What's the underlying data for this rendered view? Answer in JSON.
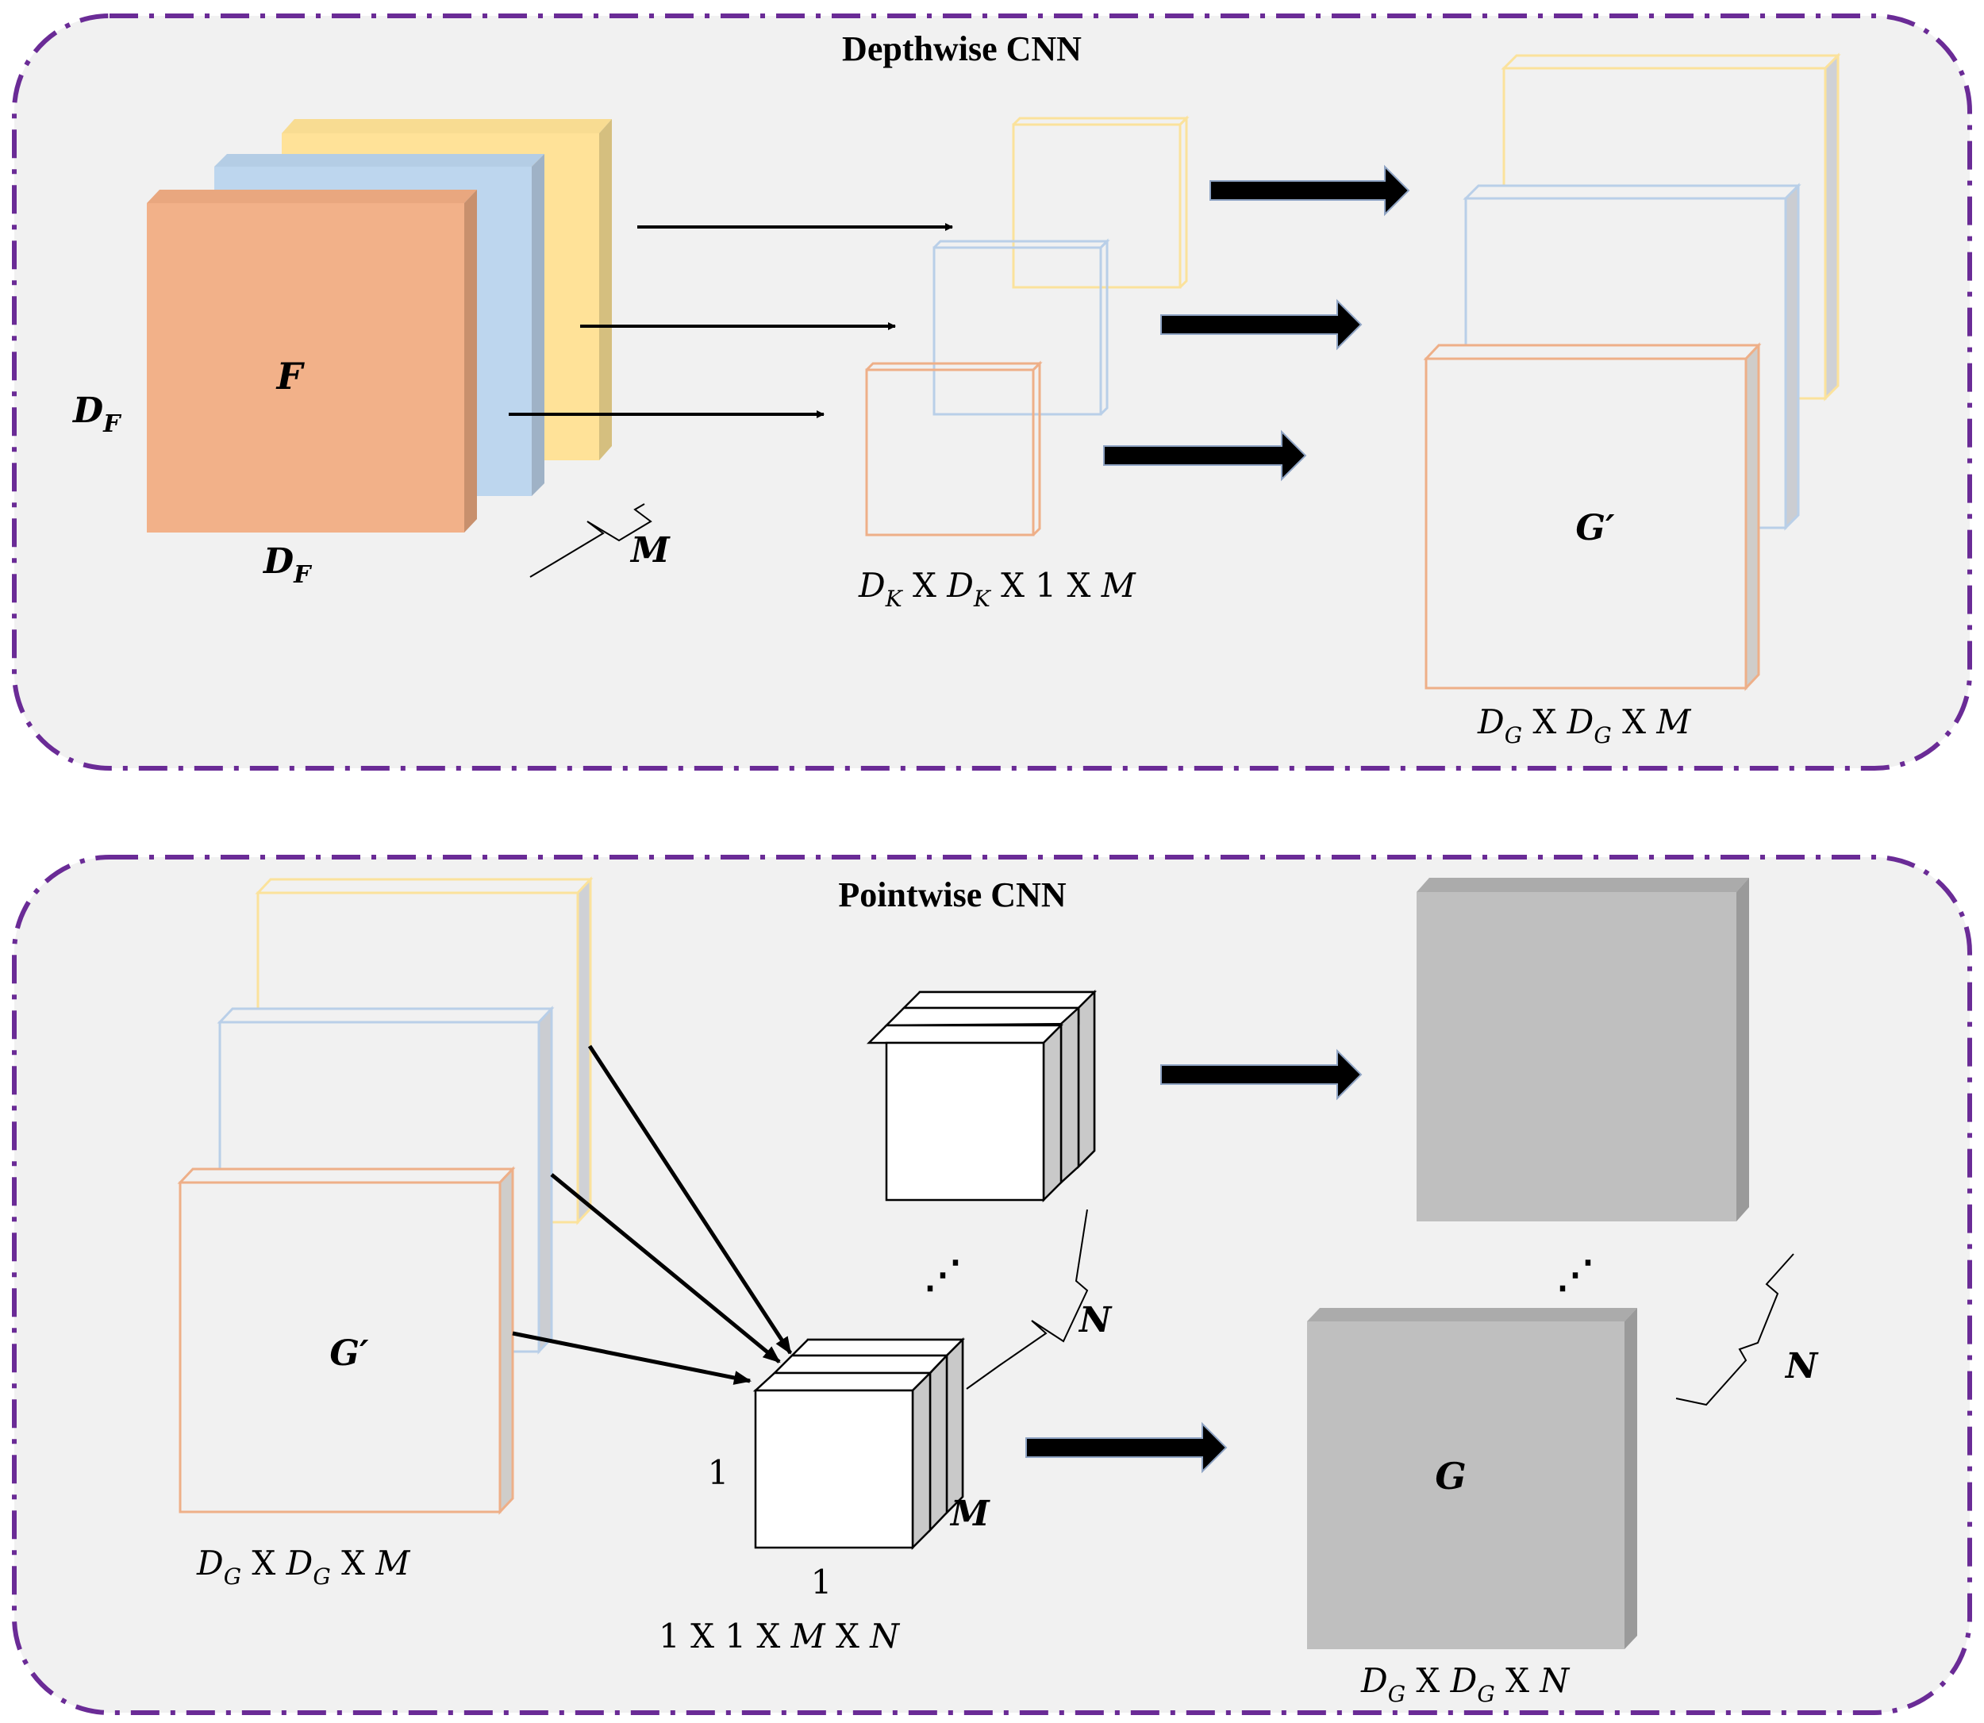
{
  "depthwise": {
    "title": "Depthwise CNN",
    "input_label": "F",
    "dim_symbol": "D",
    "dim_sub": "F",
    "channels_symbol": "M",
    "kernel_label": {
      "d1": "D",
      "s1": "K",
      "x1": " X ",
      "d2": "D",
      "s2": "K",
      "rest": " X 1 X ",
      "m": "M"
    },
    "output_label": "G′",
    "output_dims": {
      "d1": "D",
      "s1": "G",
      "x1": " X ",
      "d2": "D",
      "s2": "G",
      "x2": " X ",
      "m": "M"
    }
  },
  "pointwise": {
    "title": "Pointwise CNN",
    "input_label": "G′",
    "input_dims": {
      "d1": "D",
      "s1": "G",
      "x1": " X ",
      "d2": "D",
      "s2": "G",
      "x2": " X ",
      "m": "M"
    },
    "kernel_height": "1",
    "kernel_width": "1",
    "kernel_depth_symbol": "M",
    "kernel_dims": {
      "a": "1 X 1 X ",
      "m": "M",
      "x": " X ",
      "n": "N"
    },
    "filters_symbol": "N",
    "ellipsis": "⋰",
    "output_label": "G",
    "outputs_symbol": "N",
    "output_dims": {
      "d1": "D",
      "s1": "G",
      "x1": " X ",
      "d2": "D",
      "s2": "G",
      "x2": " X ",
      "n": "N"
    }
  },
  "colors": {
    "panel_fill": "#f1f1f1",
    "panel_border": "#6a2b96",
    "orange": "#f2b189",
    "orange_side": "#c8906d",
    "orange_line": "#eeaf88",
    "blue": "#bdd6ee",
    "blue_side": "#9fb2c6",
    "blue_line": "#b9cfe8",
    "yellow": "#ffe298",
    "yellow_side": "#d5bf7f",
    "yellow_line": "#fbe29c",
    "gray": "#bfbfbf",
    "gray_top": "#ababab",
    "gray_side": "#9a9a9a"
  }
}
